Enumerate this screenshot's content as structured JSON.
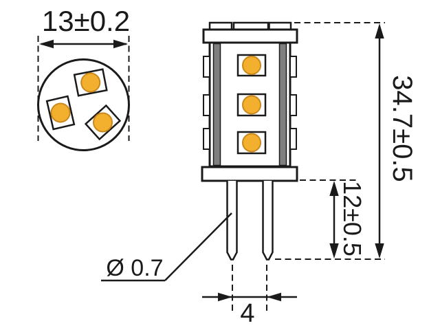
{
  "drawing": {
    "labels": {
      "top_diameter": "13±0.2",
      "overall_height": "34.7±0.5",
      "pin_length": "12±0.5",
      "pin_diameter": "Ø 0.7",
      "pin_pitch": "4"
    },
    "colors": {
      "line": "#1a1a1a",
      "led_fill": "#f3b02f",
      "led_stroke": "#c9881c",
      "metal_strip": "#7f7f7f",
      "background": "#ffffff"
    }
  }
}
